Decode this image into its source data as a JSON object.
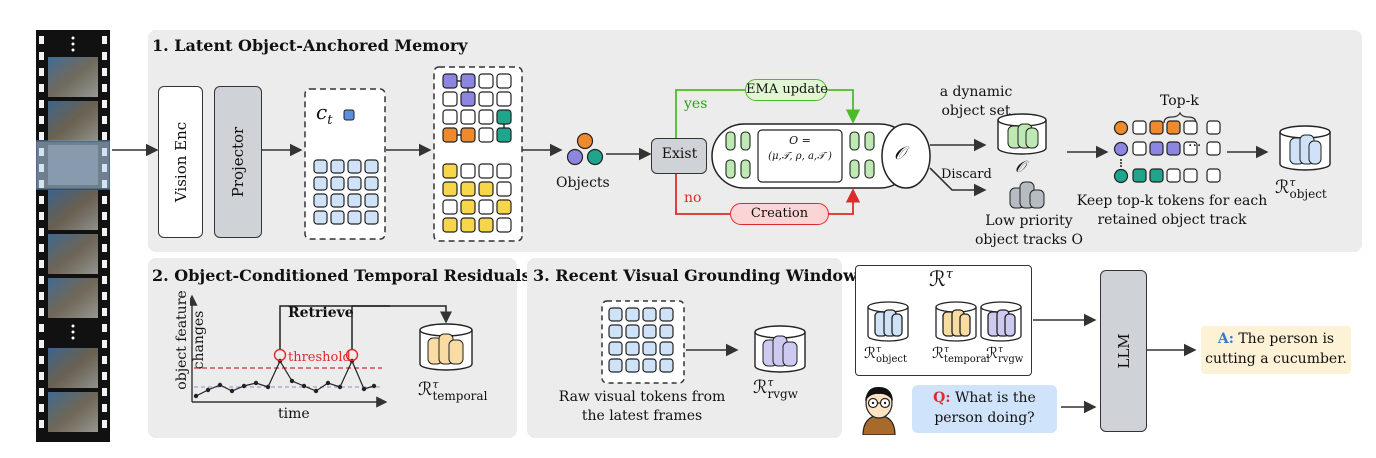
{
  "panel1": {
    "title": "1. Latent Object-Anchored Memory"
  },
  "panel2": {
    "title": "2. Object-Conditioned Temporal Residuals"
  },
  "panel3": {
    "title": "3. Recent Visual Grounding Window"
  },
  "modules": {
    "vision_enc": "Vision Enc",
    "projector": "Projector",
    "ct_label": "c",
    "ct_sub": "t",
    "objects_label": "Objects",
    "exist_label": "Exist",
    "yes_label": "yes",
    "no_label": "no",
    "ema_label": "EMA update",
    "creation_label": "Creation",
    "set_eq_line1": "O =",
    "set_eq_line2": "(μ,𝒯, ρ, a,𝒯 )",
    "dyn_set_line1": "a dynamic",
    "dyn_set_line2": "object set",
    "set_symbol": "𝒪",
    "discard_label": "Discard",
    "low_priority_line1": "Low priority",
    "low_priority_line2": "object tracks O",
    "topk_label": "Top-k",
    "keep_line1": "Keep top-k tokens for each",
    "keep_line2": "retained object track",
    "ellipsis": "...",
    "r_object": "ℛ",
    "r_object_sup": "τ",
    "r_object_sub": "object"
  },
  "temporal": {
    "y_label_line1": "object feature",
    "y_label_line2": "changes",
    "x_label": "time",
    "retrieve": "Retrieve",
    "threshold": "threshold",
    "r_temporal_sub": "temporal"
  },
  "rvgw": {
    "raw_line1": "Raw visual tokens from",
    "raw_line2": "the latest frames",
    "r_rvgw_sub": "rvgw"
  },
  "output": {
    "r_tau": "ℛ",
    "r_tau_sup": "τ",
    "r_object_sub": "object",
    "r_temporal_sub": "temporal",
    "r_rvgw_sub": "rvgw",
    "llm": "LLM",
    "q_prefix": "Q:",
    "q_line1": "What is the",
    "q_line2": "person doing?",
    "a_prefix": "A:",
    "a_line1": "The person is",
    "a_line2": "cutting a cucumber."
  },
  "colors": {
    "panel_bg": "#ececec",
    "blue_token": "#cfe2f7",
    "yellow_token": "#f7d64a",
    "purple_token": "#8d86e0",
    "orange_token": "#ef8a2c",
    "teal_token": "#1fa58b",
    "ema_fill": "#e3f6d3",
    "ema_border": "#4cbb2a",
    "creation_fill": "#fbd5d5",
    "creation_border": "#dd2b2b",
    "question_bg": "#cfe3fa",
    "answer_bg": "#fdf1d6"
  }
}
